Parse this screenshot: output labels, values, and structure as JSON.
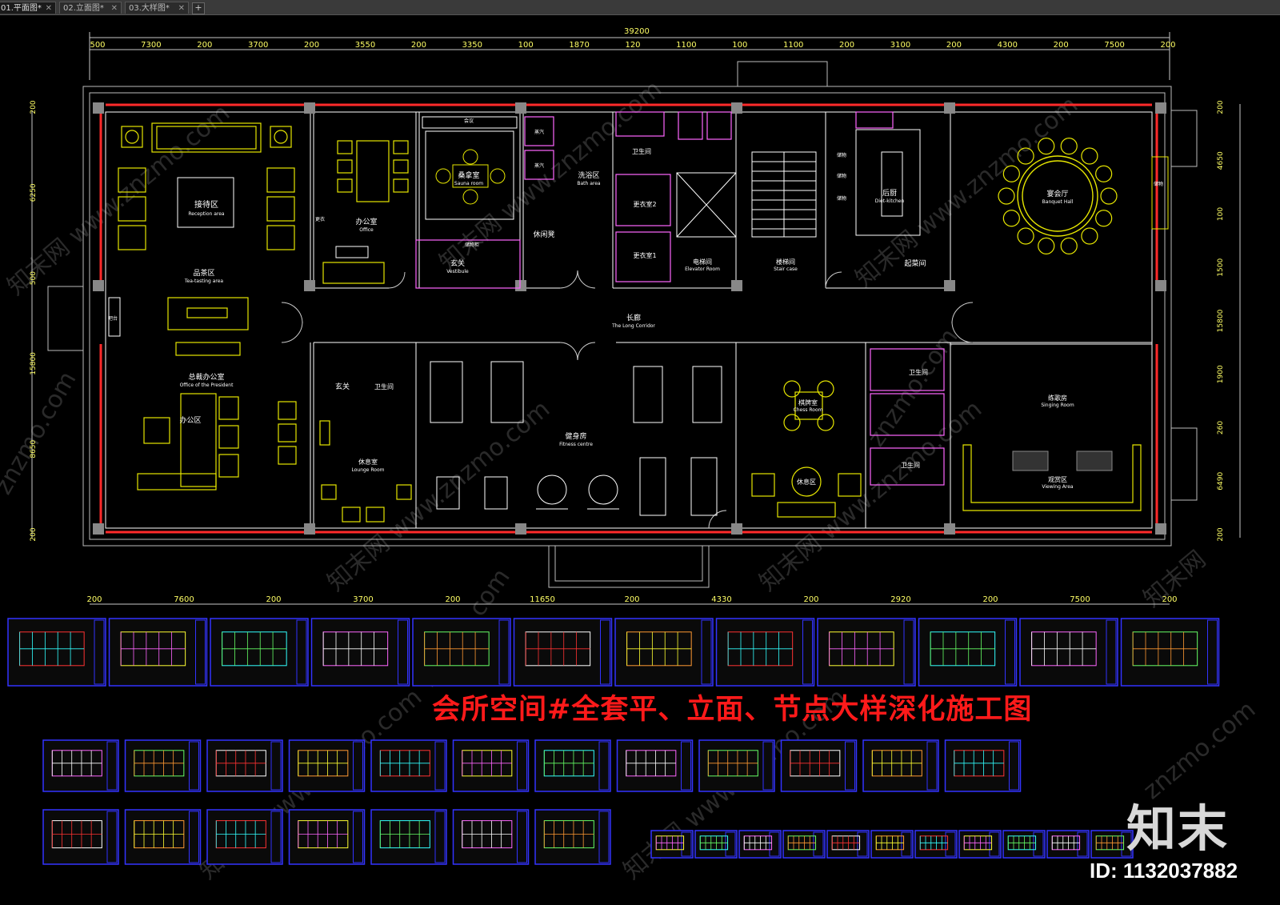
{
  "tabs": [
    {
      "label": "01.平面图*"
    },
    {
      "label": "02.立面图*"
    },
    {
      "label": "03.大样图*"
    }
  ],
  "tab_add": "+",
  "dimensions": {
    "overall": "39200",
    "top": [
      "500",
      "7300",
      "200",
      "3700",
      "200",
      "3550",
      "200",
      "3350",
      "100",
      "1870",
      "120",
      "1100",
      "100",
      "1100",
      "200",
      "3100",
      "200",
      "4300",
      "200",
      "7500",
      "200"
    ],
    "bottom": [
      "200",
      "7600",
      "200",
      "3700",
      "200",
      "11650",
      "200",
      "4330",
      "200",
      "2920",
      "200",
      "7500",
      "200"
    ],
    "left": [
      "200",
      "6250",
      "500",
      "15800",
      "8650",
      "200"
    ],
    "right": [
      "200",
      "4650",
      "100",
      "1500",
      "15800",
      "1900",
      "260",
      "6490",
      "200"
    ]
  },
  "rooms": {
    "reception_cn": "接待区",
    "reception_en": "Reception area",
    "tea_cn": "品茶区",
    "tea_en": "Tea-tasting area",
    "president_cn": "总裁办公室",
    "president_en": "Office of the President",
    "office_zone_cn": "办公区",
    "office_cn": "办公室",
    "office_en": "Office",
    "sauna_cn": "桑拿室",
    "sauna_en": "Sauna room",
    "vestibule_cn": "玄关",
    "vestibule_en": "Vestibule",
    "bath_cn": "洗浴区",
    "bath_en": "Bath area",
    "rest_stool_cn": "休闲凳",
    "wc1_cn": "卫生间",
    "locker2_cn": "更衣室2",
    "locker1_cn": "更衣室1",
    "elevator_cn": "电梯间",
    "elevator_en": "Elevator Room",
    "stair_cn": "楼梯间",
    "stair_en": "Stair case",
    "kitchen_cn": "后厨",
    "kitchen_en": "Diet-kitchen",
    "starter_cn": "起菜间",
    "banquet_cn": "宴会厅",
    "banquet_en": "Banquet Hall",
    "corridor_cn": "长廊",
    "corridor_en": "The Long Corridor",
    "vestibule2_cn": "玄关",
    "wc2_cn": "卫生间",
    "lounge_cn": "休息室",
    "lounge_en": "Lounge Room",
    "fitness_cn": "健身房",
    "fitness_en": "Fitness centre",
    "chess_cn": "棋牌室",
    "chess_en": "Chess Room",
    "rest_cn": "休息区",
    "wc3_cn": "卫生间",
    "wc4_cn": "卫生间",
    "singing_cn": "练歌房",
    "singing_en": "Singing Room",
    "viewing_cn": "观赏区",
    "viewing_en": "Viewing Area"
  },
  "small_labels": [
    "会议",
    "蒸汽",
    "蒸汽",
    "储物柜",
    "吧台",
    "储物",
    "储物",
    "储物",
    "更衣",
    "储物"
  ],
  "banner": "会所空间#全套平、立面、节点大样深化施工图",
  "logo": "知末",
  "id_label": "ID: 1132037882",
  "watermarks": [
    "知末网 www.znzmo.com",
    "znzmo.com",
    "知末网"
  ],
  "colors": {
    "wall": "#ff2a2a",
    "furniture": "#e6e600",
    "fixture": "#ff66ff",
    "dim": "#ffff66",
    "sheet_border": "#3333ff"
  }
}
